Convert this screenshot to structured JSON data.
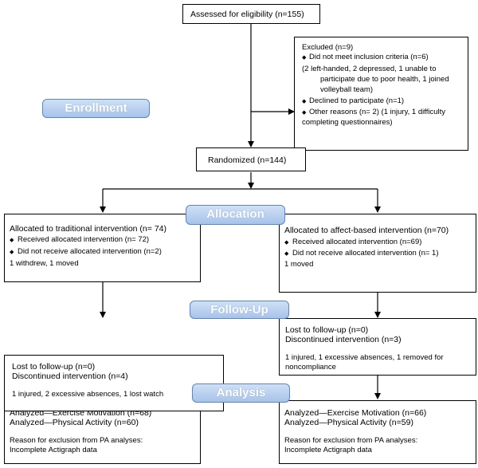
{
  "stages": {
    "enrollment": "Enrollment",
    "allocation": "Allocation",
    "followup": "Follow-Up",
    "analysis": "Analysis"
  },
  "assessed": "Assessed for eligibility (n=155)",
  "excluded": {
    "title": "Excluded  (n=9)",
    "item1": "Did not meet inclusion criteria (n=6)",
    "item1_detail_line1": "(2 left-handed, 2 depressed, 1 unable to",
    "item1_detail_line2": "participate due to poor health, 1 joined",
    "item1_detail_line3": "volleyball team)",
    "item2": "Declined to participate (n=1)",
    "item3_line1": "Other reasons (n= 2) (1 injury, 1 difficulty",
    "item3_line2": "completing questionnaires)"
  },
  "randomized": "Randomized (n=144)",
  "left_allocation": {
    "title": "Allocated to traditional intervention (n= 74)",
    "received": "Received allocated intervention (n= 72)",
    "not_received": "Did not receive allocated intervention  (n=2)",
    "detail": "1 withdrew, 1 moved"
  },
  "right_allocation": {
    "title": "Allocated to affect-based intervention (n=70)",
    "received": "Received allocated intervention (n=69)",
    "not_received": "Did not receive allocated intervention  (n= 1)",
    "detail": "1 moved"
  },
  "left_followup": {
    "lost": "Lost to follow-up (n=0)",
    "discontinued": "Discontinued intervention (n=4)",
    "detail": "1 injured, 2 excessive absences, 1 lost watch"
  },
  "right_followup": {
    "lost": "Lost to follow-up (n=0)",
    "discontinued": "Discontinued intervention (n=3)",
    "detail_line1": "1 injured, 1 excessive absences, 1 removed for",
    "detail_line2": "noncompliance"
  },
  "left_analysis": {
    "motivation": "Analyzed—Exercise Motivation (n=68)",
    "activity": "Analyzed—Physical Activity (n=60)",
    "reason_line1": "Reason for exclusion from PA analyses:",
    "reason_line2": "Incomplete Actigraph data"
  },
  "right_analysis": {
    "motivation": "Analyzed—Exercise Motivation (n=66)",
    "activity": "Analyzed—Physical Activity (n=59)",
    "reason_line1": "Reason for exclusion from PA analyses:",
    "reason_line2": "Incomplete Actigraph data"
  },
  "bullet": "◆"
}
